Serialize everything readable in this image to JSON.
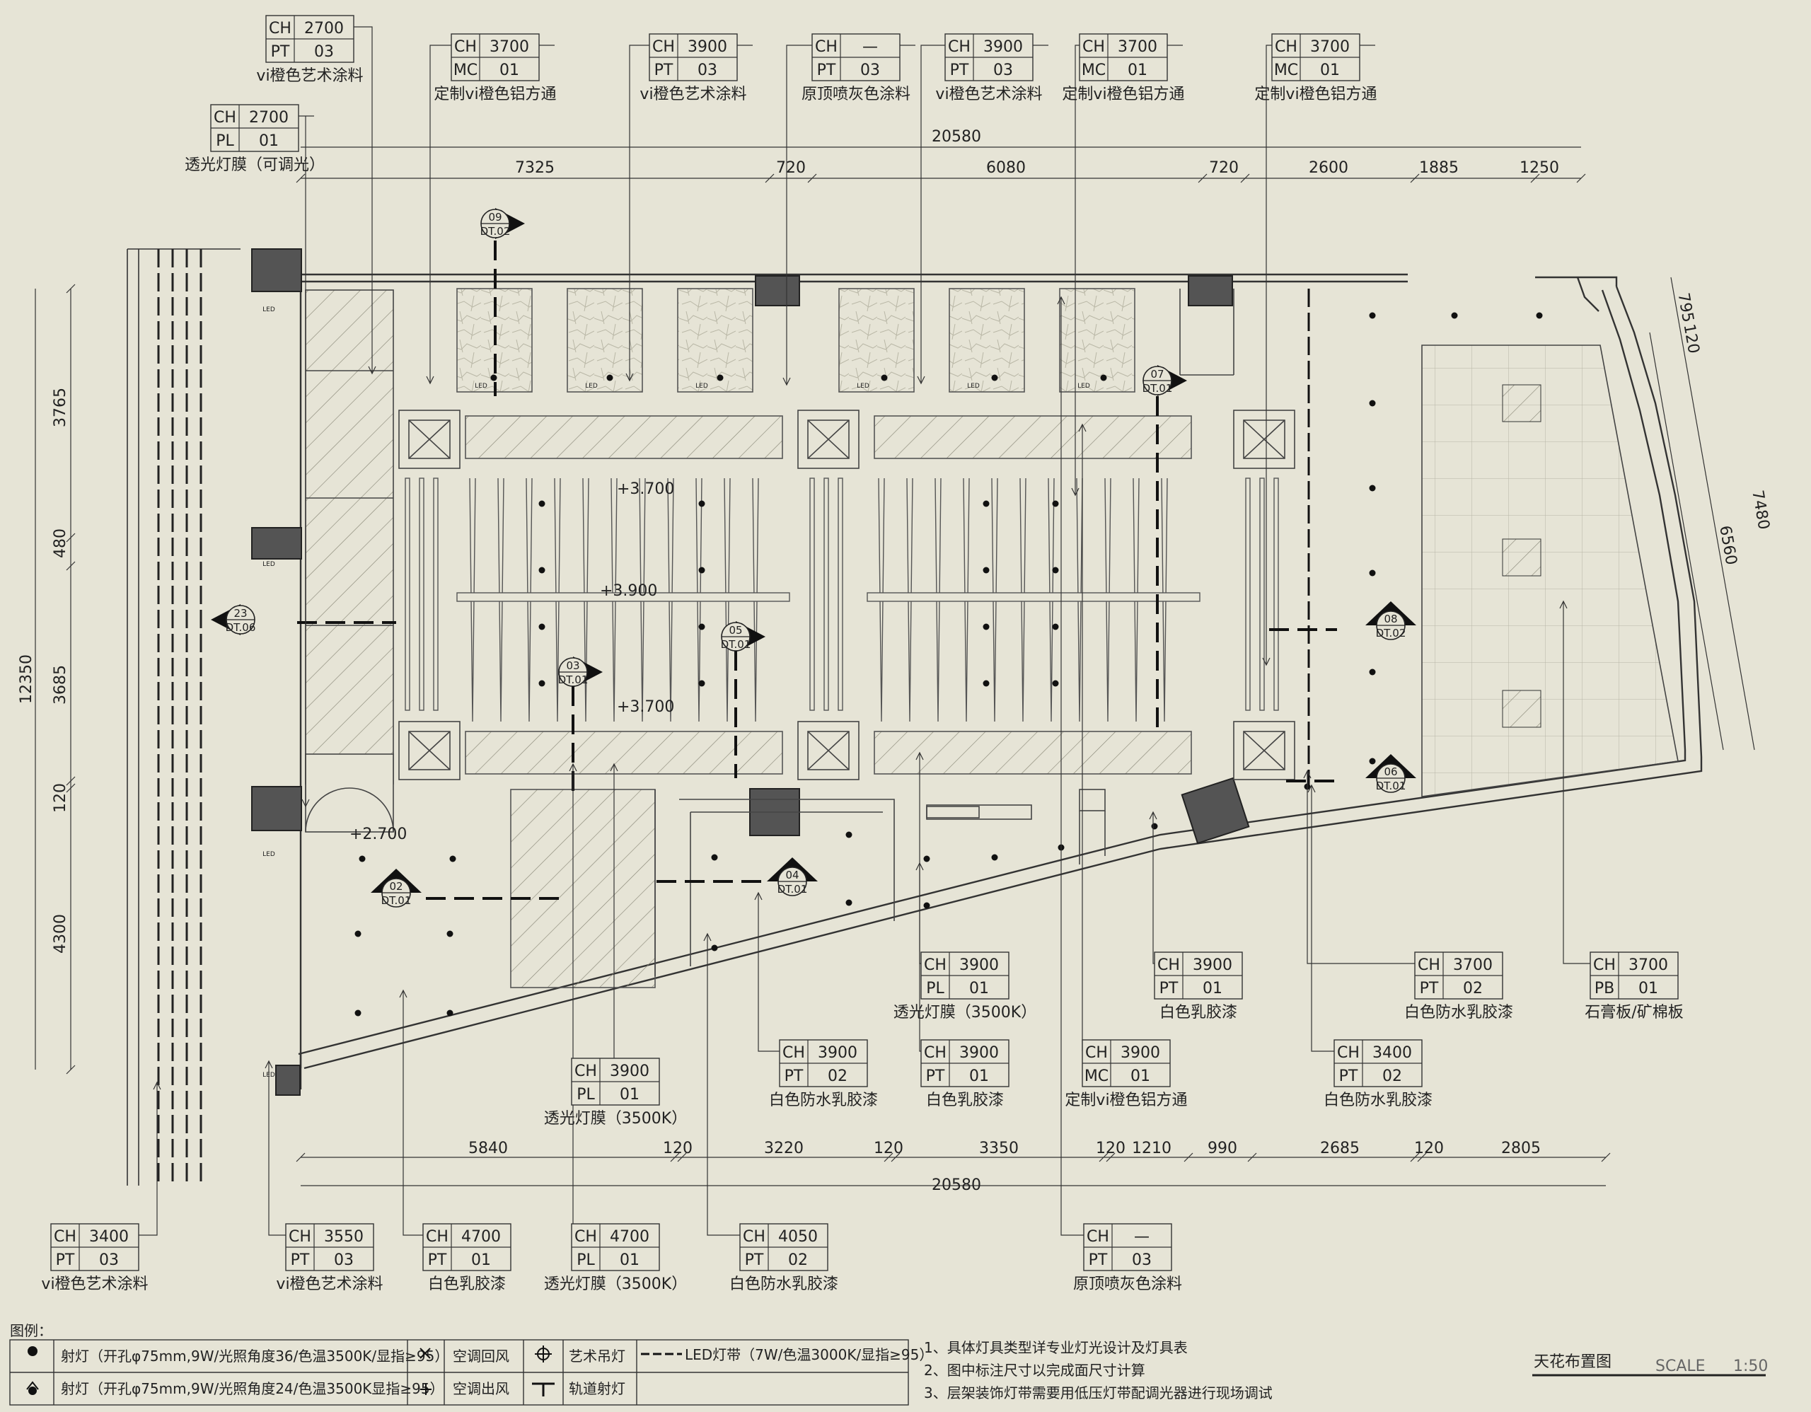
{
  "drawing": {
    "title": "天花布置图",
    "scale_label": "SCALE",
    "scale_value": "1:50"
  },
  "dimensions": {
    "top_total": "20580",
    "top_segments": [
      "7325",
      "720",
      "6080",
      "720",
      "2600",
      "1885",
      "1250"
    ],
    "bottom_segments": [
      "5840",
      "120",
      "3220",
      "120",
      "3350",
      "120",
      "1210",
      "990",
      "2685",
      "120",
      "2805"
    ],
    "bottom_total": "20580",
    "left_total": "12350",
    "left_segments": [
      "3765",
      "480",
      "3685",
      "120",
      "4300"
    ],
    "right_outer": "7480",
    "right_inner": "6560",
    "right_top_a": "795",
    "right_top_b": "120"
  },
  "elevations": [
    "+3.700",
    "+3.900",
    "+3.700",
    "+2.700"
  ],
  "section_marks": [
    {
      "num": "09",
      "ref": "DT.02"
    },
    {
      "num": "07",
      "ref": "DT.01"
    },
    {
      "num": "23",
      "ref": "DT.06"
    },
    {
      "num": "05",
      "ref": "DT.01"
    },
    {
      "num": "03",
      "ref": "DT.01"
    },
    {
      "num": "08",
      "ref": "DT.02"
    },
    {
      "num": "06",
      "ref": "DT.01"
    },
    {
      "num": "02",
      "ref": "DT.01"
    },
    {
      "num": "04",
      "ref": "DT.01"
    }
  ],
  "tags": [
    {
      "ch": "2700",
      "code": "PT",
      "num": "03",
      "label": "vi橙色艺术涂料"
    },
    {
      "ch": "2700",
      "code": "PL",
      "num": "01",
      "label": "透光灯膜（可调光）"
    },
    {
      "ch": "3700",
      "code": "MC",
      "num": "01",
      "label": "定制vi橙色铝方通"
    },
    {
      "ch": "3900",
      "code": "PT",
      "num": "03",
      "label": "vi橙色艺术涂料"
    },
    {
      "ch": "—",
      "code": "PT",
      "num": "03",
      "label": "原顶喷灰色涂料"
    },
    {
      "ch": "3900",
      "code": "PT",
      "num": "03",
      "label": "vi橙色艺术涂料"
    },
    {
      "ch": "3700",
      "code": "MC",
      "num": "01",
      "label": "定制vi橙色铝方通"
    },
    {
      "ch": "3700",
      "code": "MC",
      "num": "01",
      "label": "定制vi橙色铝方通"
    },
    {
      "ch": "3900",
      "code": "PL",
      "num": "01",
      "label": "透光灯膜（3500K）"
    },
    {
      "ch": "3900",
      "code": "PT",
      "num": "01",
      "label": "白色乳胶漆"
    },
    {
      "ch": "3700",
      "code": "PT",
      "num": "02",
      "label": "白色防水乳胶漆"
    },
    {
      "ch": "3700",
      "code": "PB",
      "num": "01",
      "label": "石膏板/矿棉板"
    },
    {
      "ch": "3900",
      "code": "PT",
      "num": "02",
      "label": "白色防水乳胶漆"
    },
    {
      "ch": "3900",
      "code": "PT",
      "num": "01",
      "label": "白色乳胶漆"
    },
    {
      "ch": "3900",
      "code": "MC",
      "num": "01",
      "label": "定制vi橙色铝方通"
    },
    {
      "ch": "3400",
      "code": "PT",
      "num": "02",
      "label": "白色防水乳胶漆"
    },
    {
      "ch": "3900",
      "code": "PL",
      "num": "01",
      "label": "透光灯膜（3500K）"
    },
    {
      "ch": "3400",
      "code": "PT",
      "num": "03",
      "label": "vi橙色艺术涂料"
    },
    {
      "ch": "3550",
      "code": "PT",
      "num": "03",
      "label": "vi橙色艺术涂料"
    },
    {
      "ch": "4700",
      "code": "PT",
      "num": "01",
      "label": "白色乳胶漆"
    },
    {
      "ch": "4700",
      "code": "PL",
      "num": "01",
      "label": "透光灯膜（3500K）"
    },
    {
      "ch": "4050",
      "code": "PT",
      "num": "02",
      "label": "白色防水乳胶漆"
    },
    {
      "ch": "—",
      "code": "PT",
      "num": "03",
      "label": "原顶喷灰色涂料"
    }
  ],
  "legend": {
    "heading": "图例：",
    "spot1": "射灯（开孔φ75mm,9W/光照角度36/色温3500K/显指≥95）",
    "spot2": "射灯（开孔φ75mm,9W/光照角度24/色温3500K显指≥95）",
    "ac_return": "空调回风",
    "ac_supply": "空调出风",
    "chandelier": "艺术吊灯",
    "track": "轨道射灯",
    "led": "LED灯带（7W/色温3000K/显指≥95）"
  },
  "notes": [
    "1、具体灯具类型详专业灯光设计及灯具表",
    "2、图中标注尺寸以完成面尺寸计算",
    "3、层架装饰灯带需要用低压灯带配调光器进行现场调试"
  ],
  "fixture_label": "LED"
}
